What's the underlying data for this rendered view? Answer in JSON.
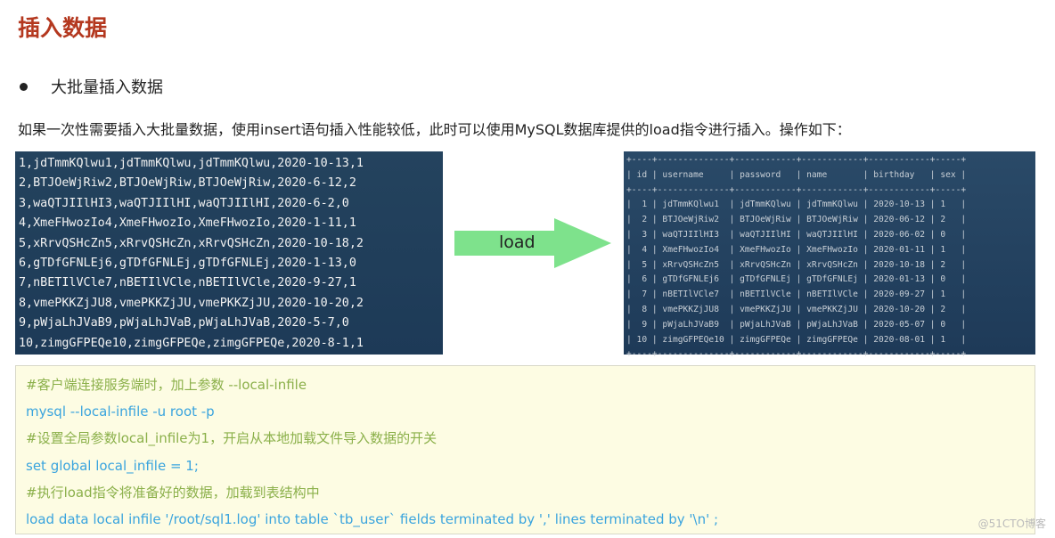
{
  "title": "插入数据",
  "bullet": "大批量插入数据",
  "description": "如果一次性需要插入大批量数据，使用insert语句插入性能较低，此时可以使用MySQL数据库提供的load指令进行插入。操作如下：",
  "raw_lines": [
    "1,jdTmmKQlwu1,jdTmmKQlwu,jdTmmKQlwu,2020-10-13,1",
    "2,BTJOeWjRiw2,BTJOeWjRiw,BTJOeWjRiw,2020-6-12,2",
    "3,waQTJIIlHI3,waQTJIIlHI,waQTJIIlHI,2020-6-2,0",
    "4,XmeFHwozIo4,XmeFHwozIo,XmeFHwozIo,2020-1-11,1",
    "5,xRrvQSHcZn5,xRrvQSHcZn,xRrvQSHcZn,2020-10-18,2",
    "6,gTDfGFNLEj6,gTDfGFNLEj,gTDfGFNLEj,2020-1-13,0",
    "7,nBETIlVCle7,nBETIlVCle,nBETIlVCle,2020-9-27,1",
    "8,vmePKKZjJU8,vmePKKZjJU,vmePKKZjJU,2020-10-20,2",
    "9,pWjaLhJVaB9,pWjaLhJVaB,pWjaLhJVaB,2020-5-7,0",
    "10,zimgGFPEQe10,zimgGFPEQe,zimgGFPEQe,2020-8-1,1"
  ],
  "arrow_label": "load",
  "table": {
    "columns": [
      "id",
      "username",
      "password",
      "name",
      "birthday",
      "sex"
    ],
    "rows": [
      [
        "1",
        "jdTmmKQlwu1",
        "jdTmmKQlwu",
        "jdTmmKQlwu",
        "2020-10-13",
        "1"
      ],
      [
        "2",
        "BTJOeWjRiw2",
        "BTJOeWjRiw",
        "BTJOeWjRiw",
        "2020-06-12",
        "2"
      ],
      [
        "3",
        "waQTJIIlHI3",
        "waQTJIIlHI",
        "waQTJIIlHI",
        "2020-06-02",
        "0"
      ],
      [
        "4",
        "XmeFHwozIo4",
        "XmeFHwozIo",
        "XmeFHwozIo",
        "2020-01-11",
        "1"
      ],
      [
        "5",
        "xRrvQSHcZn5",
        "xRrvQSHcZn",
        "xRrvQSHcZn",
        "2020-10-18",
        "2"
      ],
      [
        "6",
        "gTDfGFNLEj6",
        "gTDfGFNLEj",
        "gTDfGFNLEj",
        "2020-01-13",
        "0"
      ],
      [
        "7",
        "nBETIlVCle7",
        "nBETIlVCle",
        "nBETIlVCle",
        "2020-09-27",
        "1"
      ],
      [
        "8",
        "vmePKKZjJU8",
        "vmePKKZjJU",
        "vmePKKZjJU",
        "2020-10-20",
        "2"
      ],
      [
        "9",
        "pWjaLhJVaB9",
        "pWjaLhJVaB",
        "pWjaLhJVaB",
        "2020-05-07",
        "0"
      ],
      [
        "10",
        "zimgGFPEQe10",
        "zimgGFPEQe",
        "zimgGFPEQe",
        "2020-08-01",
        "1"
      ]
    ]
  },
  "code": [
    {
      "type": "comment",
      "text": "#客户端连接服务端时，加上参数 --local-infile"
    },
    {
      "type": "code",
      "text": "mysql --local-infile -u root -p"
    },
    {
      "type": "comment",
      "text": "#设置全局参数local_infile为1，开启从本地加载文件导入数据的开关"
    },
    {
      "type": "code",
      "text": "set global local_infile = 1;"
    },
    {
      "type": "comment",
      "text": "#执行load指令将准备好的数据，加载到表结构中"
    },
    {
      "type": "code",
      "text": "load data local infile '/root/sql1.log' into table `tb_user` fields terminated by ',' lines terminated by '\\n' ;"
    }
  ],
  "watermark": "@51CTO博客",
  "colors": {
    "title": "#b4381f",
    "comment": "#8bb04a",
    "code": "#3aa4de",
    "arrow": "#7ee28c",
    "code_bg": "#fdfce3"
  }
}
